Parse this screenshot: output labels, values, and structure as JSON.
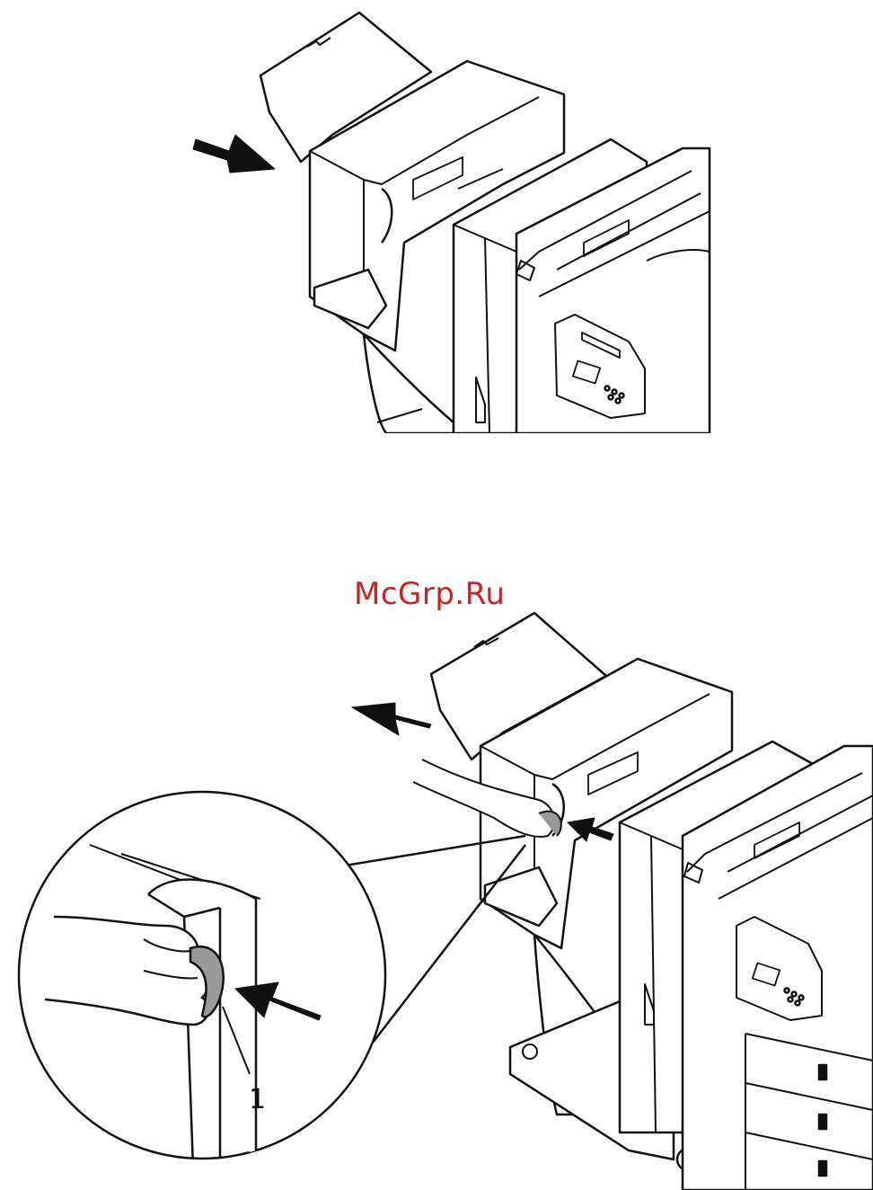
{
  "watermark": {
    "text": "McGrp.Ru",
    "color": "#d02020"
  },
  "callouts": [
    {
      "label": "1"
    }
  ],
  "figures": [
    {
      "id": "top",
      "icon": "printer-finisher-slide-in",
      "arrow_direction": "right"
    },
    {
      "id": "bottom",
      "icon": "printer-finisher-slide-out",
      "arrow_direction": "left",
      "detail": "magnified-handle-press"
    }
  ],
  "colors": {
    "line": "#111111",
    "handle": "#999999"
  }
}
